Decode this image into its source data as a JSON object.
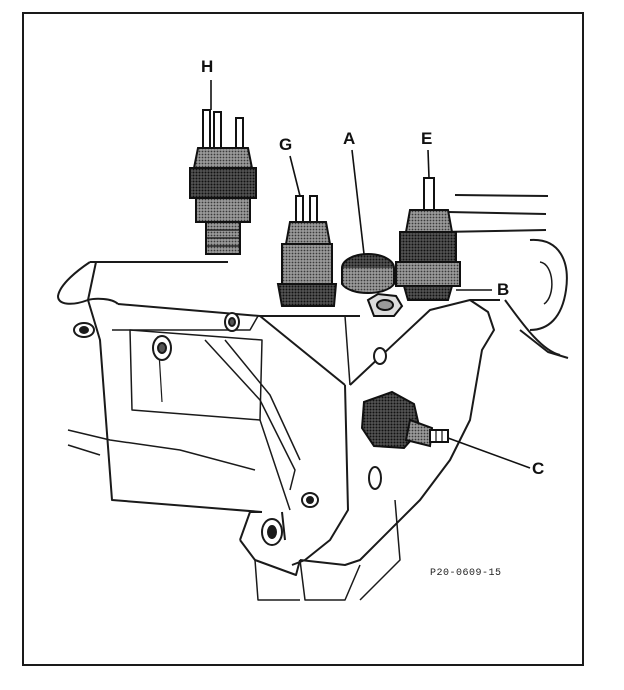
{
  "labels": {
    "H": "H",
    "G": "G",
    "A": "A",
    "E": "E",
    "B": "B",
    "C": "C"
  },
  "figure_code": "P20-0609-15"
}
